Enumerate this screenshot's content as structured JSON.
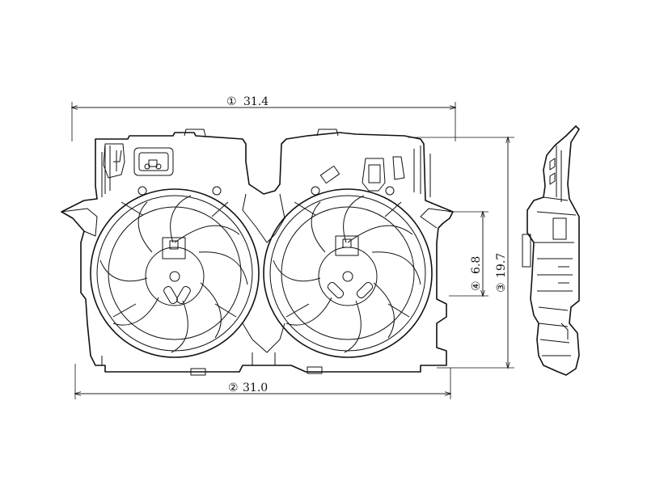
{
  "dimensions": {
    "overall_width": {
      "marker": "①",
      "value": "31.4"
    },
    "base_width": {
      "marker": "②",
      "value": "31.0"
    },
    "overall_height": {
      "marker": "③",
      "value": "19.7"
    },
    "depth": {
      "marker": "④",
      "value": "6.8"
    }
  },
  "colors": {
    "line": "#111111",
    "background": "#ffffff"
  }
}
